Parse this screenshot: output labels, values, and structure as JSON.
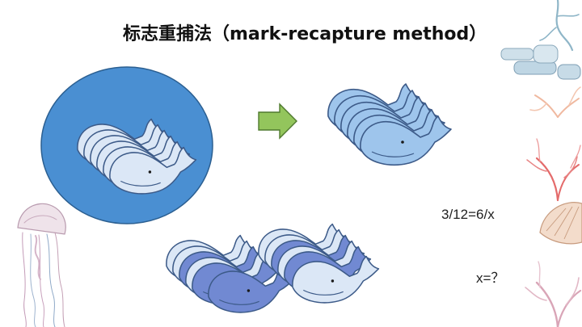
{
  "slide": {
    "title": "标志重捕法（mark-recapture method）",
    "equation": "3/12=6/x",
    "unknown": "x=？"
  },
  "colors": {
    "pond_fill": "#4a8fd2",
    "pond_stroke": "#2b5f91",
    "arrow_fill": "#93c55c",
    "arrow_stroke": "#4f7a2e",
    "whale_pale": "#dbe7f6",
    "whale_light_blue": "#9ec5ec",
    "whale_marked": "#7189d2",
    "whale_outline": "#3c5a88"
  },
  "icons": {
    "arrow": "right-arrow-icon",
    "jellyfish": "jellyfish-illustration",
    "coral": "coral-illustration",
    "shell": "seashell-illustration"
  }
}
